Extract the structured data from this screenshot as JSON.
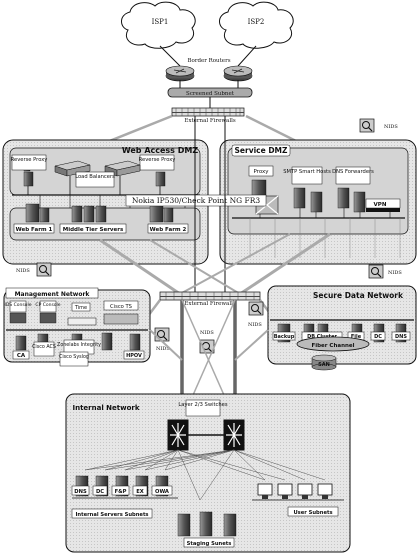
{
  "isp": [
    "ISP1",
    "ISP2"
  ],
  "border_routers": "Border Routers",
  "screened_subnet": "Screened Subnet",
  "external_firewalls": "External Firewalls",
  "nids": "NIDS",
  "web_dmz": {
    "title": "Web Access DMZ",
    "reverse_proxy": "Reverse Proxy",
    "load_balancers": "Load Balancers",
    "web_farm1": "Web Farm 1",
    "middle_tier": "Middle Tier Servers",
    "web_farm2": "Web Farm 2"
  },
  "nokia_label": "Nokia IP530/Check Point NG FR3",
  "service_dmz": {
    "title": "Service DMZ",
    "proxy": "Proxy",
    "smtp": "SMTP Smart Hosts",
    "dns": "DNS Forwarders",
    "vpn": "VPN"
  },
  "management": {
    "title": "Management Network",
    "ids_console": "IDS Console",
    "cp_console": "CP Console",
    "time": "Time",
    "cisco_ts": "Cisco TS",
    "ca": "CA",
    "cisco_acs": "Cisco ACS",
    "zonelabs": "Zonelabs Integrity",
    "hpov": "HPOV",
    "cisco_syslog": "Cisco Syslog"
  },
  "secure": {
    "title": "Secure Data Network",
    "backup": "Backup",
    "db_cluster": "DB Cluster",
    "file": "File",
    "dc": "DC",
    "dns": "DNS",
    "fiber": "Fiber Channel",
    "san": "SAN"
  },
  "internal": {
    "title": "Internal Network",
    "switches": "Layer 2/3 Switches",
    "servers": [
      "DNS",
      "DC",
      "F&P",
      "EX",
      "OWA"
    ],
    "servers_label": "Internal Servers Subnets",
    "user_label": "User Subnets",
    "staging_label": "Staging Sunets"
  }
}
